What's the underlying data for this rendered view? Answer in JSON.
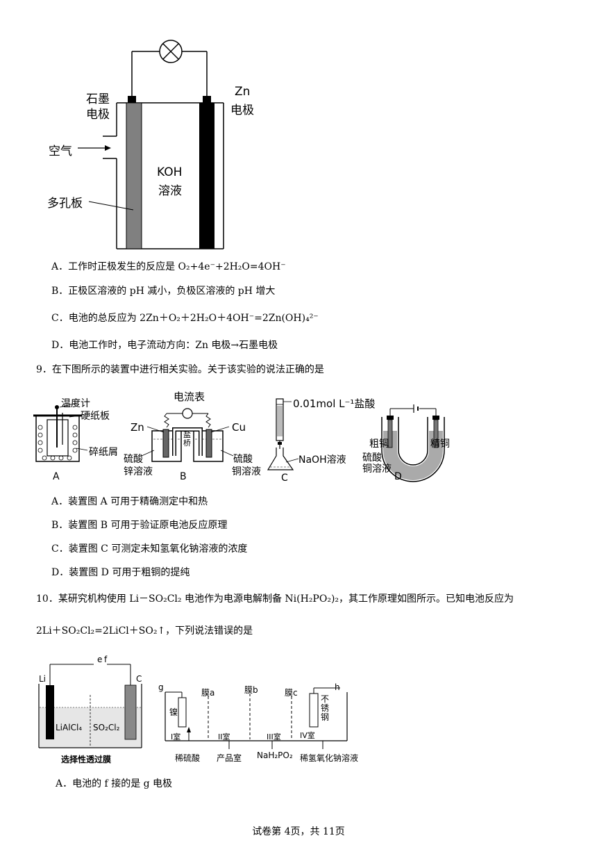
{
  "fig1": {
    "graphite_label": [
      "石墨",
      "电极"
    ],
    "zn_label": [
      "Zn",
      "电极"
    ],
    "air_label": "空气",
    "koh_label": [
      "KOH",
      "溶液"
    ],
    "porous_label": "多孔板"
  },
  "q8_options": {
    "a": "A．工作时正极发生的反应是 O₂+4e⁻+2H₂O=4OH⁻",
    "b": "B．正极区溶液的 pH 减小，负极区溶液的 pH 增大",
    "c": "C．电池的总反应为 2Zn＋O₂＋2H₂O＋4OH⁻=2Zn(OH)₄²⁻",
    "d": "D．电池工作时，电子流动方向：Zn 电极→石墨电极"
  },
  "q9": {
    "stem": "9．在下图所示的装置中进行相关实验。关于该实验的说法正确的是",
    "fig": {
      "a_thermometer": "温度计",
      "a_board": "硬纸板",
      "a_scraps": "碎纸屑",
      "a_letter": "A",
      "b_ammeter": "电流表",
      "b_zn": "Zn",
      "b_cu": "Cu",
      "b_bridge": "盐桥",
      "b_left_sol": [
        "硫酸",
        "锌溶液"
      ],
      "b_right_sol": [
        "硫酸",
        "铜溶液"
      ],
      "b_letter": "B",
      "c_acid": "0.01mol L⁻¹盐酸",
      "c_naoh": "NaOH溶液",
      "c_letter": "C",
      "d_crude": "粗铜",
      "d_pure": "精铜",
      "d_sol": [
        "硫酸",
        "铜溶液"
      ],
      "d_letter": "D"
    },
    "options": {
      "a": "A．装置图 A 可用于精确测定中和热",
      "b": "B．装置图 B 可用于验证原电池反应原理",
      "c": "C．装置图 C 可测定未知氢氧化钠溶液的浓度",
      "d": "D．装置图 D 可用于粗铜的提纯"
    }
  },
  "q10": {
    "stem_line1": "10．某研究机构使用 Li－SO₂Cl₂ 电池作为电源电解制备 Ni(H₂PO₂)₂，其工作原理如图所示。已知电池反应为",
    "stem_line2": "2Li＋SO₂Cl₂=2LiCl＋SO₂↑，下列说法错误的是",
    "fig": {
      "e": "e",
      "f": "f",
      "li": "Li",
      "c": "C",
      "licl": "LiAlCl₄",
      "so2cl2": "SO₂Cl₂",
      "membrane_sel": "选择性透过膜",
      "g": "g",
      "h": "h",
      "mem_a": "膜a",
      "mem_b": "膜b",
      "mem_c": "膜c",
      "nickel": "镍",
      "steel": "不锈钢",
      "room1": "I室",
      "room2": "II室",
      "room3": "III室",
      "room4": "IV室",
      "dil_h2so4": "稀硫酸",
      "product": "产品室",
      "nah2po2": "NaH₂PO₂",
      "dil_naoh": "稀氢氧化钠溶液"
    },
    "option_a": "A．电池的 f 接的是 g 电极"
  },
  "footer": "试卷第 4页，共 11页"
}
